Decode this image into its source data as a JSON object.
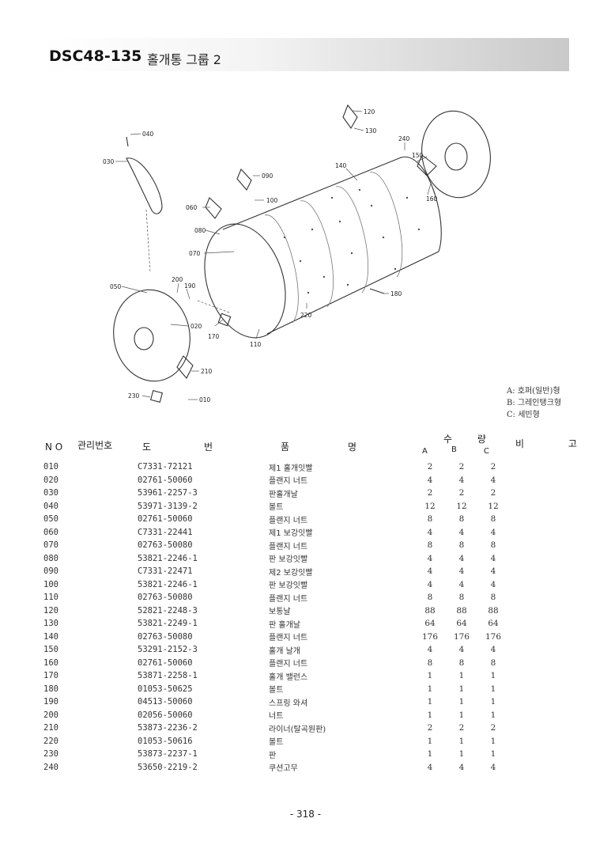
{
  "header": {
    "doc_code": "DSC48-135",
    "title": "홀개통 그룹 2"
  },
  "diagram": {
    "callouts": [
      "120",
      "130",
      "240",
      "040",
      "030",
      "140",
      "150",
      "090",
      "100",
      "160",
      "060",
      "080",
      "070",
      "200",
      "190",
      "050",
      "180",
      "220",
      "020",
      "170",
      "110",
      "210",
      "230",
      "010"
    ]
  },
  "legend": {
    "a": "A: 호퍼(일반)형",
    "b": "B: 그레인탱크형",
    "c": "C: 세빈형"
  },
  "columns": {
    "no": "N O",
    "mgmt": "관리번호",
    "drawing_1": "도",
    "drawing_2": "번",
    "name_1": "품",
    "name_2": "명",
    "qty": "수 량",
    "qty_a": "A",
    "qty_b": "B",
    "qty_c": "C",
    "remarks": "비 고"
  },
  "parts": [
    {
      "no": "010",
      "pn": "C7331-72121",
      "name": "제1 홀개잇빨",
      "a": "2",
      "b": "2",
      "c": "2"
    },
    {
      "no": "020",
      "pn": "02761-50060",
      "name": "플랜지 너트",
      "a": "4",
      "b": "4",
      "c": "4"
    },
    {
      "no": "030",
      "pn": "53961-2257-3",
      "name": "판홀개날",
      "a": "2",
      "b": "2",
      "c": "2"
    },
    {
      "no": "040",
      "pn": "53971-3139-2",
      "name": "볼트",
      "a": "12",
      "b": "12",
      "c": "12"
    },
    {
      "no": "050",
      "pn": "02761-50060",
      "name": "플랜지 너트",
      "a": "8",
      "b": "8",
      "c": "8"
    },
    {
      "no": "060",
      "pn": "C7331-22441",
      "name": "제1 보강잇빨",
      "a": "4",
      "b": "4",
      "c": "4"
    },
    {
      "no": "070",
      "pn": "02763-50080",
      "name": "플랜지 너트",
      "a": "8",
      "b": "8",
      "c": "8"
    },
    {
      "no": "080",
      "pn": "53821-2246-1",
      "name": "판 보강잇빨",
      "a": "4",
      "b": "4",
      "c": "4"
    },
    {
      "no": "090",
      "pn": "C7331-22471",
      "name": "제2 보강잇빨",
      "a": "4",
      "b": "4",
      "c": "4"
    },
    {
      "no": "100",
      "pn": "53821-2246-1",
      "name": "판 보강잇빨",
      "a": "4",
      "b": "4",
      "c": "4"
    },
    {
      "no": "110",
      "pn": "02763-50080",
      "name": "플랜지 너트",
      "a": "8",
      "b": "8",
      "c": "8"
    },
    {
      "no": "120",
      "pn": "52821-2248-3",
      "name": "보통날",
      "a": "88",
      "b": "88",
      "c": "88"
    },
    {
      "no": "130",
      "pn": "53821-2249-1",
      "name": "판 홀개날",
      "a": "64",
      "b": "64",
      "c": "64"
    },
    {
      "no": "140",
      "pn": "02763-50080",
      "name": "플랜지 너트",
      "a": "176",
      "b": "176",
      "c": "176"
    },
    {
      "no": "150",
      "pn": "53291-2152-3",
      "name": "홀개 날개",
      "a": "4",
      "b": "4",
      "c": "4"
    },
    {
      "no": "160",
      "pn": "02761-50060",
      "name": "플랜지 너트",
      "a": "8",
      "b": "8",
      "c": "8"
    },
    {
      "no": "170",
      "pn": "53871-2258-1",
      "name": "홀개 밸런스",
      "a": "1",
      "b": "1",
      "c": "1"
    },
    {
      "no": "180",
      "pn": "01053-50625",
      "name": "볼트",
      "a": "1",
      "b": "1",
      "c": "1"
    },
    {
      "no": "190",
      "pn": "04513-50060",
      "name": "스프링 와셔",
      "a": "1",
      "b": "1",
      "c": "1"
    },
    {
      "no": "200",
      "pn": "02056-50060",
      "name": "너트",
      "a": "1",
      "b": "1",
      "c": "1"
    },
    {
      "no": "210",
      "pn": "53873-2236-2",
      "name": "라이너(탈곡원판)",
      "a": "2",
      "b": "2",
      "c": "2"
    },
    {
      "no": "220",
      "pn": "01053-50616",
      "name": "볼트",
      "a": "1",
      "b": "1",
      "c": "1"
    },
    {
      "no": "230",
      "pn": "53873-2237-1",
      "name": "판",
      "a": "1",
      "b": "1",
      "c": "1"
    },
    {
      "no": "240",
      "pn": "53650-2219-2",
      "name": "쿠션고무",
      "a": "4",
      "b": "4",
      "c": "4"
    }
  ],
  "page_number": "- 318 -"
}
